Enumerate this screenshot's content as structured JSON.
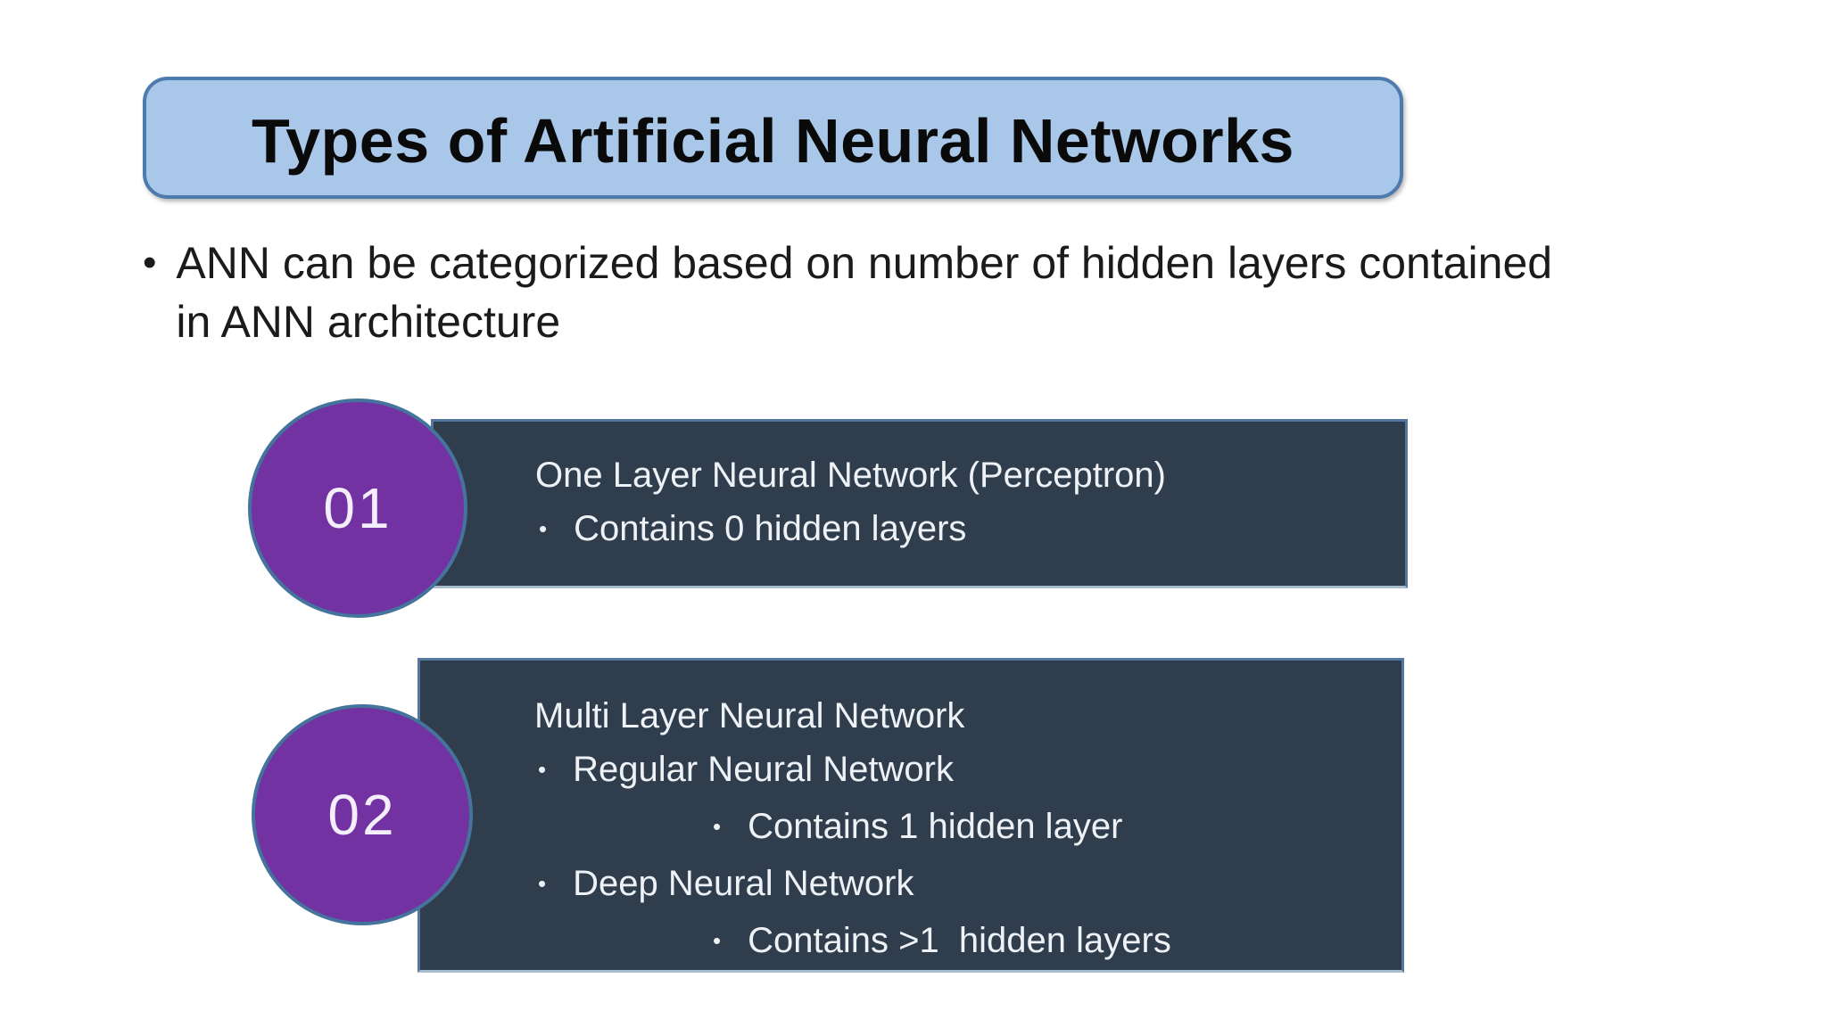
{
  "slide": {
    "title": "Types of Artificial Neural Networks",
    "bullet_glyph": "•",
    "intro_bullet": {
      "line1": "ANN can be categorized based on number of hidden layers contained",
      "line2": "in ANN architecture"
    },
    "items": [
      {
        "number": "01",
        "title": "One Layer Neural Network (Perceptron)",
        "bullets": [
          {
            "level": 1,
            "text": "Contains 0 hidden layers"
          }
        ]
      },
      {
        "number": "02",
        "title": "Multi Layer Neural Network",
        "bullets": [
          {
            "level": 1,
            "text": "Regular Neural Network"
          },
          {
            "level": 2,
            "text": "Contains 1 hidden layer"
          },
          {
            "level": 1,
            "text": "Deep Neural Network"
          },
          {
            "level": 2,
            "text": "Contains >1  hidden layers"
          }
        ]
      }
    ],
    "colors": {
      "title_box_fill": "#a9c7e9",
      "title_box_border": "#4d7bad",
      "item_box_fill": "#2f3d4c",
      "item_box_border": "#54779f",
      "item_box_border_bottom": "#a7bccd",
      "circle_fill": "#7232a2",
      "circle_border": "#44749c",
      "circle_text": "#f3eefa",
      "box_text": "#eef2f7",
      "body_text": "#1b1b1b"
    }
  }
}
